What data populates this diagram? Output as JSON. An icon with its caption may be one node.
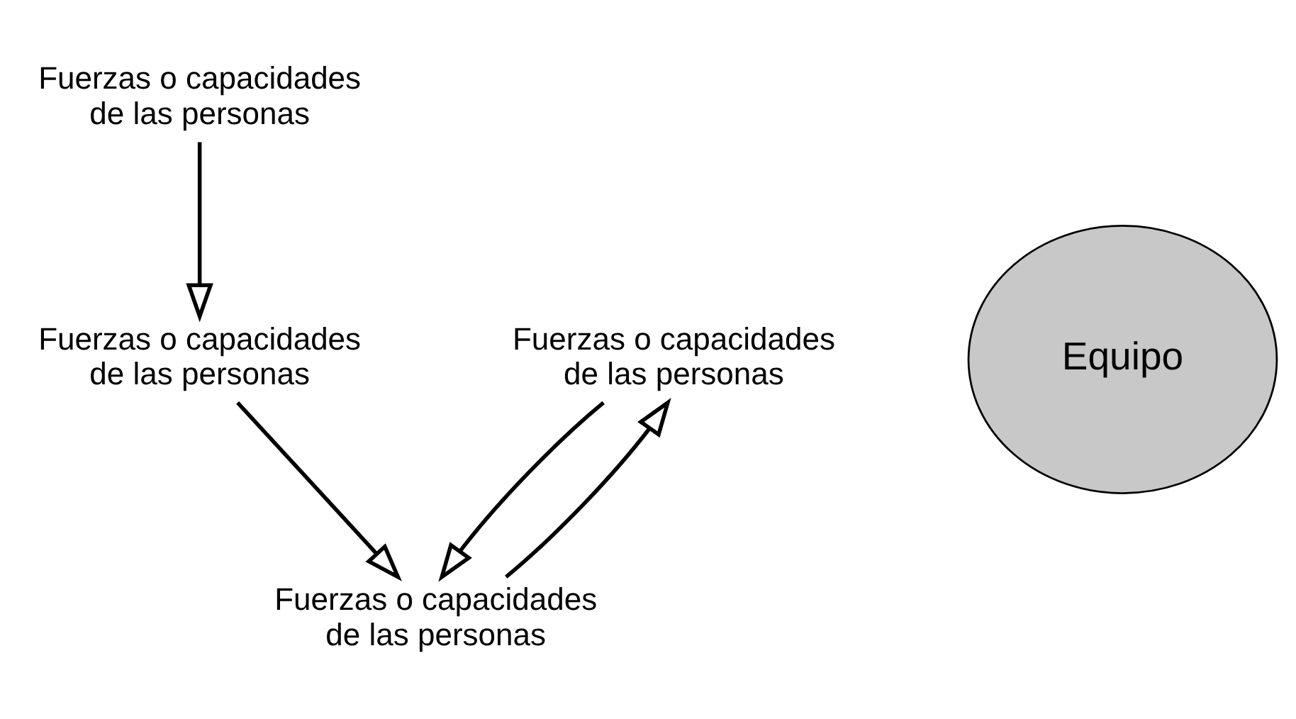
{
  "diagram": {
    "nodes": [
      {
        "text": [
          "Fuerzas o capacidades de las personas"
        ]
      },
      {
        "text": [
          "Fuerzas o capacidades de las personas"
        ]
      },
      {
        "text": [
          "Equipo"
        ]
      },
      {
        "text": [
          "Fuerzas o capacidades de las personas"
        ]
      },
      {
        "text": [
          "Fuerzas o capacidades de las personas"
        ]
      }
    ],
    "edges": [
      {
        "from": 0,
        "to": 3,
        "arrow": "to"
      },
      {
        "from": 3,
        "to": 4,
        "arrow": "to"
      },
      {
        "from": 4,
        "to": 1,
        "arrow": "to"
      },
      {
        "from": 1,
        "to": 4,
        "arrow": "to"
      }
    ]
  }
}
